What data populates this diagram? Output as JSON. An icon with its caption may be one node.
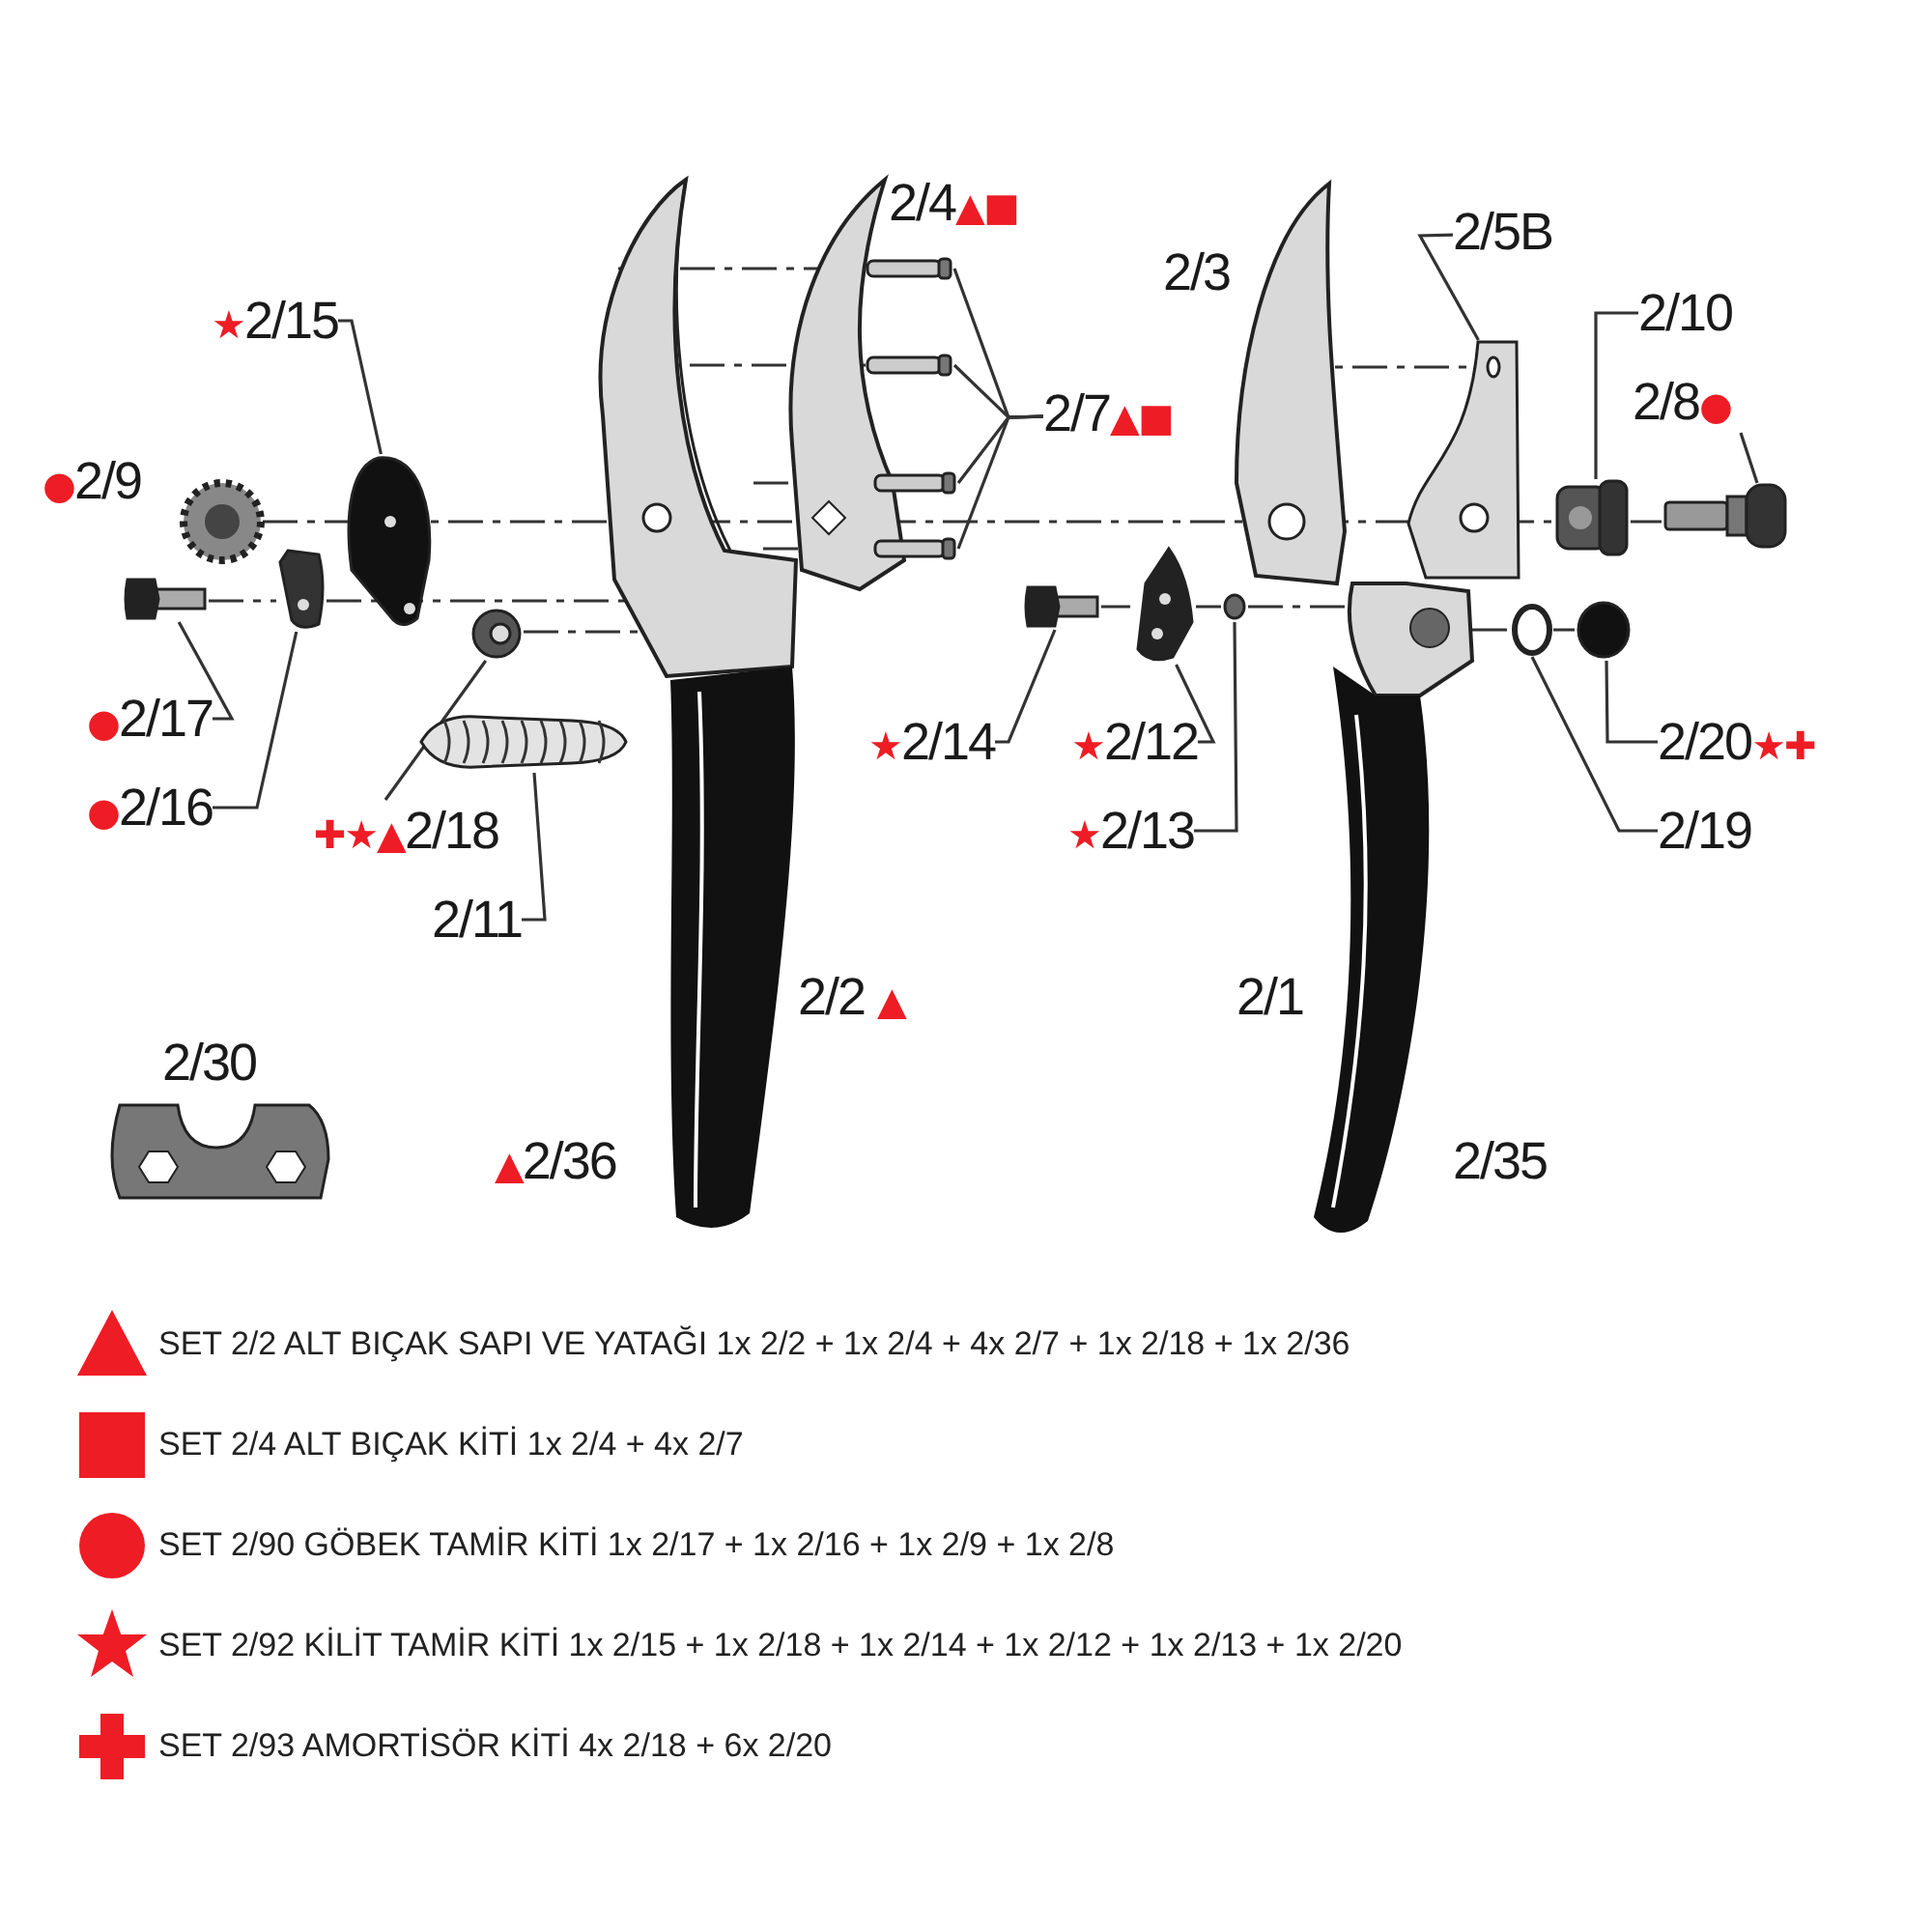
{
  "diagram": {
    "nodes": [
      {
        "text": [
          "★2/15"
        ]
      },
      {
        "text": [],
        "shape": "picture"
      },
      {
        "text": [
          "2/5B"
        ]
      },
      {
        "text": [],
        "shape": "picture"
      },
      {
        "text": [
          "2/7▲■"
        ]
      },
      {
        "text": [],
        "shape": "bar"
      },
      {
        "text": [],
        "shape": "bar"
      },
      {
        "text": [],
        "shape": "bar"
      },
      {
        "text": [],
        "shape": "bar"
      },
      {
        "text": [
          "2/10"
        ]
      },
      {
        "text": [],
        "shape": "picture"
      },
      {
        "text": [
          "2/8●"
        ]
      },
      {
        "text": [],
        "shape": "picture"
      },
      {
        "text": [
          "●2/17"
        ]
      },
      {
        "text": [],
        "shape": "picture"
      },
      {
        "text": [
          "●2/16"
        ]
      },
      {
        "text": [],
        "shape": "picture"
      },
      {
        "text": [
          "✚★▲2/18"
        ]
      },
      {
        "text": [],
        "shape": "picture"
      },
      {
        "text": [
          "2/11"
        ]
      },
      {
        "text": [],
        "shape": "picture"
      },
      {
        "text": [
          "★2/14"
        ]
      },
      {
        "text": [],
        "shape": "picture"
      },
      {
        "text": [
          "★2/12"
        ]
      },
      {
        "text": [],
        "shape": "picture"
      },
      {
        "text": [
          "★2/13"
        ]
      },
      {
        "text": [],
        "shape": "circle"
      },
      {
        "text": [
          "2/20★✚"
        ]
      },
      {
        "text": [],
        "shape": "circle"
      },
      {
        "text": [
          "2/19"
        ]
      },
      {
        "text": [],
        "shape": "circle"
      }
    ],
    "edges": [
      {
        "from": 0,
        "to": 1,
        "arrow": "none"
      },
      {
        "from": 2,
        "to": 3,
        "arrow": "none"
      },
      {
        "from": 4,
        "to": 5,
        "arrow": "none"
      },
      {
        "from": 4,
        "to": 6,
        "arrow": "none"
      },
      {
        "from": 4,
        "to": 7,
        "arrow": "none"
      },
      {
        "from": 4,
        "to": 8,
        "arrow": "none"
      },
      {
        "from": 9,
        "to": 10,
        "arrow": "none"
      },
      {
        "from": 11,
        "to": 12,
        "arrow": "none"
      },
      {
        "from": 13,
        "to": 14,
        "arrow": "none"
      },
      {
        "from": 15,
        "to": 16,
        "arrow": "none"
      },
      {
        "from": 17,
        "to": 18,
        "arrow": "none"
      },
      {
        "from": 19,
        "to": 20,
        "arrow": "none"
      },
      {
        "from": 21,
        "to": 22,
        "arrow": "none"
      },
      {
        "from": 23,
        "to": 24,
        "arrow": "none"
      },
      {
        "from": 25,
        "to": 26,
        "arrow": "none"
      },
      {
        "from": 27,
        "to": 28,
        "arrow": "none"
      },
      {
        "from": 29,
        "to": 30,
        "arrow": "none"
      }
    ],
    "labels": [
      "2/4▲■",
      "2/3",
      "●2/9",
      "2/2 ▲",
      "2/1",
      "2/30",
      "▲2/36",
      "2/35"
    ],
    "legend": [
      {
        "text": "SET 2/2 ALT BIÇAK SAPI VE YATAĞI 1x 2/2 + 1x 2/4 + 4x 2/7 + 1x 2/18 + 1x 2/36",
        "color": "#ee1c25"
      },
      {
        "text": "SET 2/4 ALT BIÇAK KİTİ 1x 2/4 + 4x 2/7",
        "color": "#ee1c25"
      },
      {
        "text": "SET 2/90 GÖBEK TAMİR KİTİ 1x 2/17 + 1x 2/16 + 1x 2/9 + 1x 2/8",
        "color": "#ee1c25"
      },
      {
        "text": "SET 2/92 KİLİT TAMİR KİTİ 1x 2/15 + 1x 2/18 + 1x 2/14 + 1x 2/12 + 1x 2/13 + 1x 2/20",
        "color": "#ee1c25"
      },
      {
        "text": "SET 2/93 AMORTİSÖR KİTİ 4x 2/18 + 6x 2/20",
        "color": "#ee1c25"
      }
    ]
  }
}
